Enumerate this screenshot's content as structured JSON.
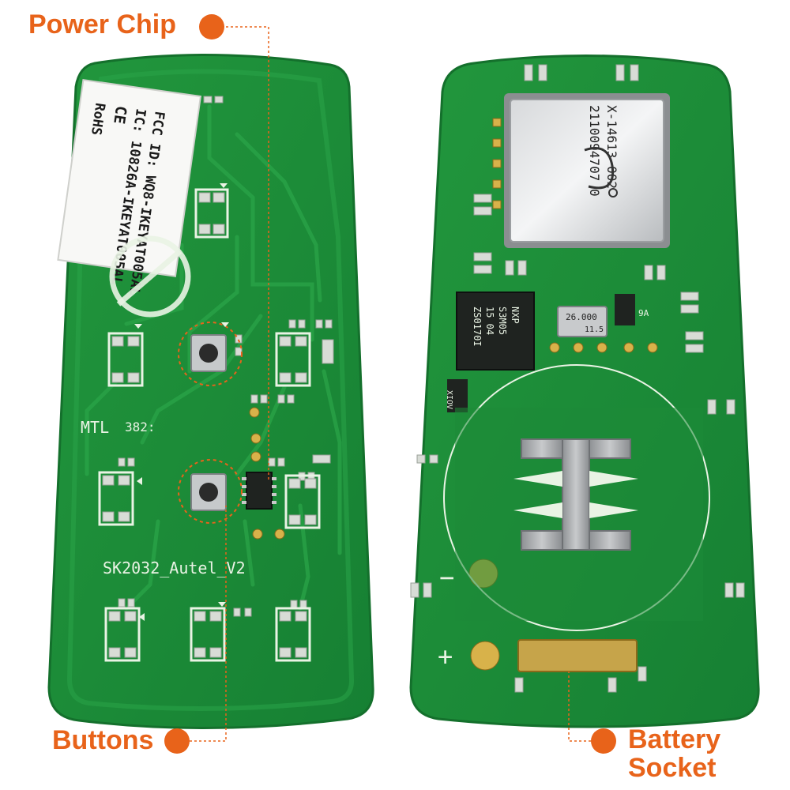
{
  "colors": {
    "accent": "#e8631a",
    "pcb_green": "#1f8f3a",
    "pcb_green_dark": "#16722c",
    "trace_green": "#2aa448",
    "silkscreen": "#e9f3e4"
  },
  "callouts": {
    "power_chip": "Power Chip",
    "buttons": "Buttons",
    "battery_line1": "Battery",
    "battery_line2": "Socket"
  },
  "left_board": {
    "sticker": {
      "line1": "FCC ID: WQ8-IKEYAT005AL",
      "line2": "IC: 10826A-IKEYAT005AL",
      "line3": "CE",
      "line4": "RoHS"
    },
    "silk_mtl": "MTL",
    "silk_code": "382:",
    "silk_model": "SK2032_Autel_V2"
  },
  "right_board": {
    "shield_line1": "X-14613-002",
    "shield_line2": "2110094707 0",
    "mcu_line1": "NXP",
    "mcu_line2": "S3M05",
    "mcu_line3": "15 04",
    "mcu_line4": "ZS0170I",
    "crystal_text": "26.000",
    "crystal_sub": "11.5",
    "small_chip_text": "9A",
    "side_chip_text": "XIOV",
    "minus_sign": "−",
    "plus_sign": "+"
  }
}
